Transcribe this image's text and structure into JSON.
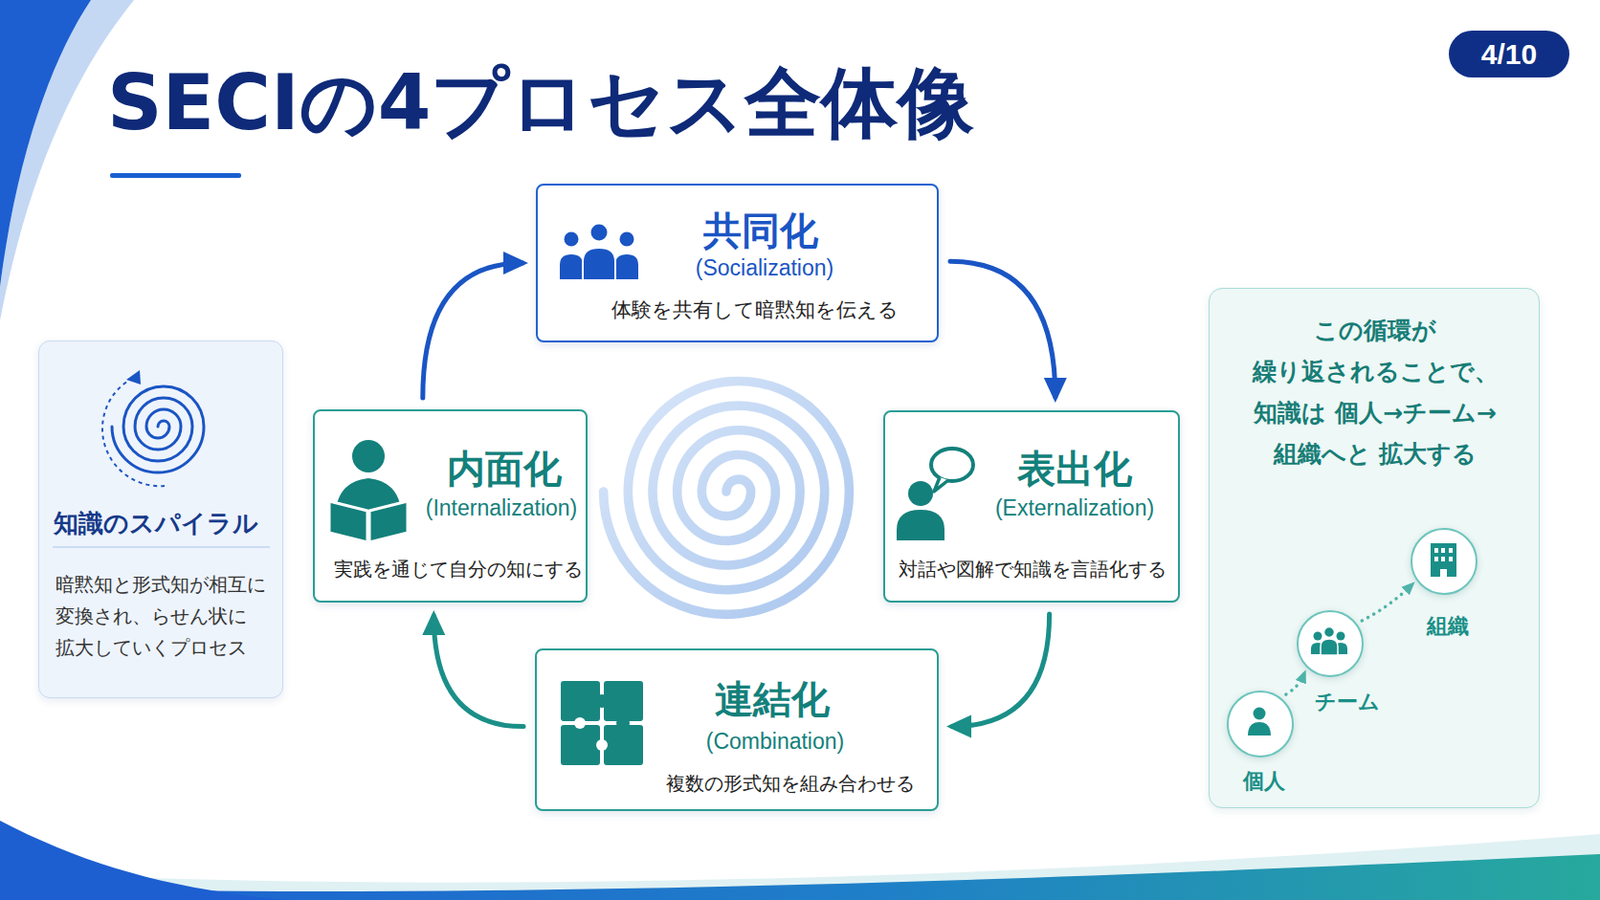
{
  "diagram": {
    "title": "SECIの4プロセス全体像",
    "nodes": [
      {
        "text": [
          "4/10"
        ]
      },
      {
        "text": [
          "共同化",
          "(Socialization)",
          "体験を共有して暗黙知を伝える"
        ]
      },
      {
        "text": [
          "表出化",
          "(Externalization)",
          "対話や図解で知識を言語化する"
        ]
      },
      {
        "text": [
          "連結化",
          "(Combination)",
          "複数の形式知を組み合わせる"
        ]
      },
      {
        "text": [
          "内面化",
          "(Internalization)",
          "実践を通じて自分の知にする"
        ]
      },
      {
        "text": [
          "知識のスパイラル",
          "暗黙知と形式知が相互に 変換され、らせん状に 拡大していくプロセス"
        ]
      },
      {
        "text": [
          "この循環が 繰り返されることで、 知識は 個人→チーム→組織へと 拡大する"
        ]
      },
      {
        "text": [
          "個人"
        ],
        "in": 6
      },
      {
        "text": [
          "チーム"
        ],
        "in": 6
      },
      {
        "text": [
          "組織"
        ],
        "in": 6
      }
    ],
    "edges": [
      {
        "from": 1,
        "to": 2,
        "arrow": "to"
      },
      {
        "from": 2,
        "to": 3,
        "arrow": "to"
      },
      {
        "from": 3,
        "to": 4,
        "arrow": "to"
      },
      {
        "from": 4,
        "to": 1,
        "arrow": "to"
      },
      {
        "from": 7,
        "to": 8,
        "arrow": "to"
      },
      {
        "from": 8,
        "to": 9,
        "arrow": "to"
      }
    ]
  }
}
